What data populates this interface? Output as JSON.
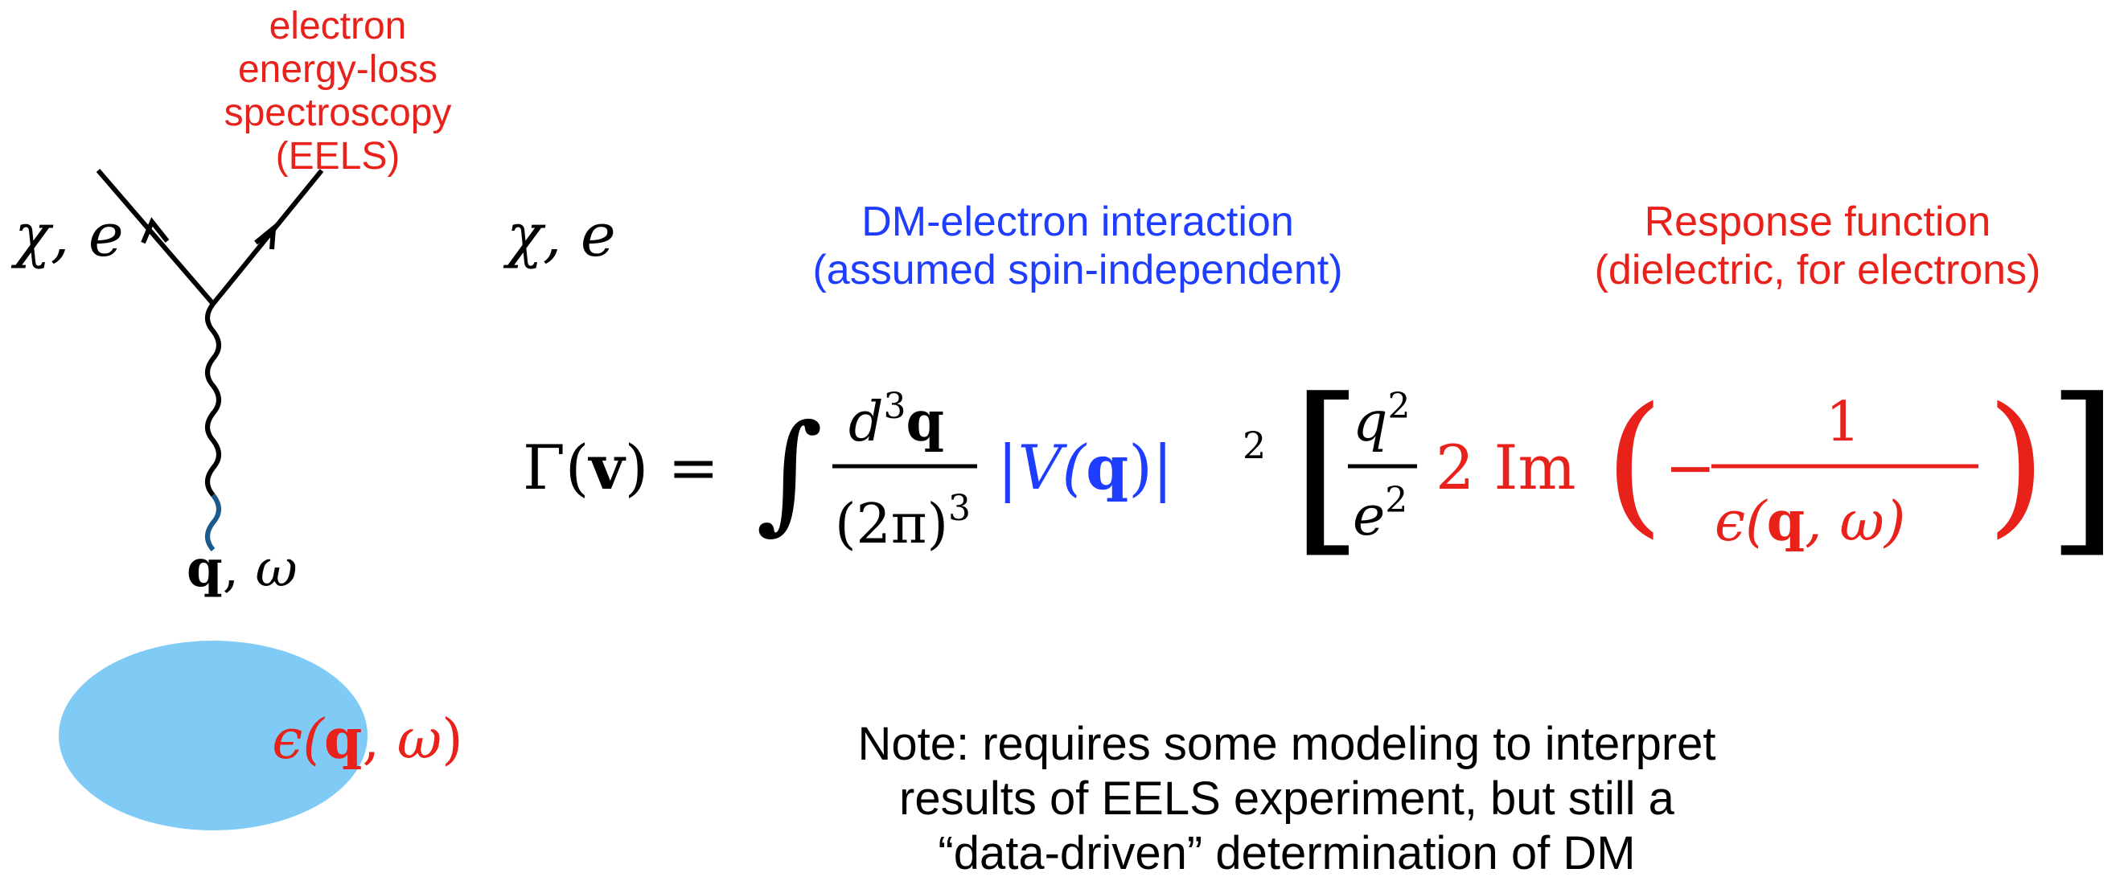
{
  "eels_label": [
    "electron",
    "energy-loss",
    "spectroscopy",
    "(EELS)"
  ],
  "particle_left": "χ, e",
  "particle_right": "χ, e",
  "mediator": {
    "q": "q",
    "sep": ", ",
    "omega": "ω"
  },
  "material_label": {
    "eps": "ϵ(",
    "q": "q",
    "sep": ", ",
    "omega": "ω",
    "close": ")"
  },
  "dm_caption": [
    "DM-electron interaction",
    "(assumed spin-independent)"
  ],
  "response_caption": [
    "Response function",
    "(dielectric, for electrons)"
  ],
  "formula": {
    "lhs_gamma": "Γ(",
    "lhs_v": "v",
    "lhs_close": ") =",
    "integral": "∫",
    "num_d": "d",
    "num_exp": "3",
    "num_q": "q",
    "den": "(2π)",
    "den_exp": "3",
    "v_open": "|V(",
    "v_q": "q",
    "v_close": ")|",
    "v_exp": "2",
    "bracket_open": "[",
    "q2_num": "q",
    "q2_exp": "2",
    "e2_den": "e",
    "e2_exp": "2",
    "two_im": "2 Im",
    "paren_open": "(",
    "minus": "−",
    "one": "1",
    "eps_den": "ϵ(",
    "eps_q": "q",
    "eps_sep": ", ω)",
    "paren_close": ")",
    "bracket_close": "]"
  },
  "note": [
    "Note: requires some modeling to interpret",
    "results of EELS experiment, but still a",
    "“data-driven” determination of DM"
  ],
  "colors": {
    "red": "#e8221b",
    "blue": "#1f3dff",
    "blob": "#7fcbf5",
    "wavy_blue": "#1a5a8c"
  }
}
